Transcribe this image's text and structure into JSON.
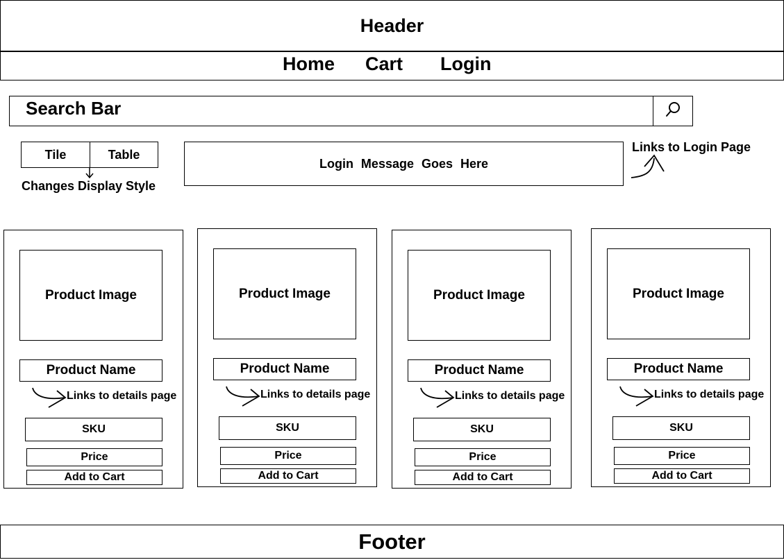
{
  "header": {
    "title": "Header"
  },
  "nav": {
    "home": "Home",
    "cart": "Cart",
    "login": "Login"
  },
  "search": {
    "label": "Search Bar",
    "button_icon": "search-icon"
  },
  "display_toggle": {
    "tile": "Tile",
    "table": "Table",
    "note": "Changes Display Style"
  },
  "login_message": {
    "text": "Login Message Goes Here",
    "note": "Links to Login Page"
  },
  "products": [
    {
      "image": "Product Image",
      "name": "Product Name",
      "link_note": "Links to details page",
      "sku": "SKU",
      "price": "Price",
      "add_to_cart": "Add to Cart"
    },
    {
      "image": "Product Image",
      "name": "Product Name",
      "link_note": "Links to details page",
      "sku": "SKU",
      "price": "Price",
      "add_to_cart": "Add to Cart"
    },
    {
      "image": "Product Image",
      "name": "Product Name",
      "link_note": "Links to details page",
      "sku": "SKU",
      "price": "Price",
      "add_to_cart": "Add to Cart"
    },
    {
      "image": "Product Image",
      "name": "Product Name",
      "link_note": "Links to details page",
      "sku": "SKU",
      "price": "Price",
      "add_to_cart": "Add to Cart"
    }
  ],
  "footer": {
    "title": "Footer"
  }
}
